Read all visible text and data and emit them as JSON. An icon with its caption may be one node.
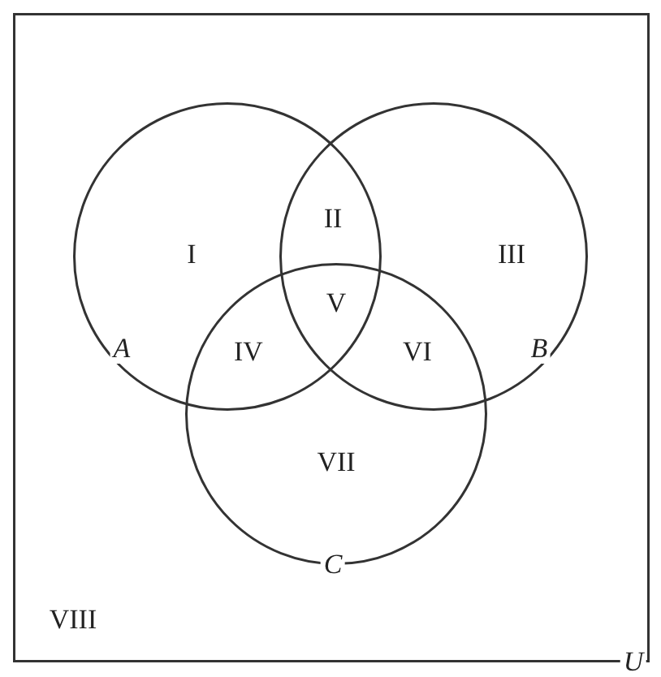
{
  "diagram": {
    "nodes": [
      {
        "text": [
          "U"
        ]
      },
      {
        "text": [
          "A"
        ],
        "in": 0
      },
      {
        "text": [
          "B"
        ],
        "in": 0
      },
      {
        "text": [
          "C"
        ],
        "in": 0
      }
    ],
    "labels": [
      "I",
      "II",
      "III",
      "V",
      "IV",
      "VI",
      "VII",
      "VIII"
    ]
  }
}
